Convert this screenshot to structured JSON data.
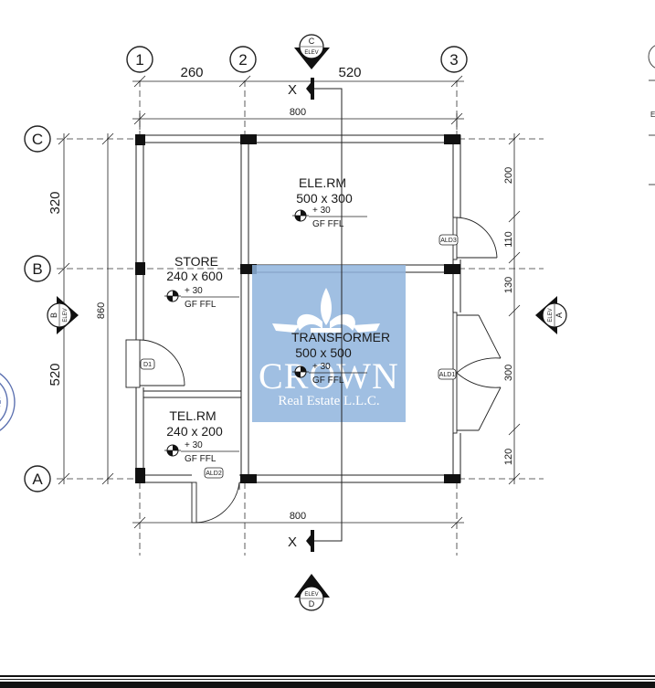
{
  "grid": {
    "columns": [
      "1",
      "2",
      "3"
    ],
    "rows": [
      "C",
      "B",
      "A"
    ]
  },
  "dimensions": {
    "top_span_1_2": "260",
    "top_span_2_3": "520",
    "top_overall": "800",
    "bottom_overall": "800",
    "left_upper": "320",
    "left_lower": "520",
    "left_overall": "860",
    "right_1": "200",
    "right_2": "110",
    "right_3": "130",
    "right_4": "300",
    "right_5": "120"
  },
  "rooms": {
    "ele": {
      "name": "ELE.RM",
      "size": "500 x 300",
      "level": "+ 30",
      "ref": "GF FFL"
    },
    "store": {
      "name": "STORE",
      "size": "240 x 600",
      "level": "+ 30",
      "ref": "GF FFL"
    },
    "transformer": {
      "name": "TRANSFORMER",
      "size": "500 x 500",
      "level": "+ 30",
      "ref": "GF FFL"
    },
    "tel": {
      "name": "TEL.RM",
      "size": "240 x 200",
      "level": "+ 30",
      "ref": "GF FFL"
    }
  },
  "elevations": {
    "c": {
      "letter": "C",
      "label": "ELEV"
    },
    "b": {
      "letter": "B",
      "label": "ELEV"
    },
    "a": {
      "letter": "A",
      "label": "ELEV"
    },
    "d": {
      "letter": "D",
      "label": "ELEV"
    }
  },
  "section_mark": "X",
  "door_tags": {
    "d1": "D1",
    "ald1": "ALD1",
    "ald2": "ALD2",
    "ald3": "ALD3"
  },
  "watermark": {
    "brand": "CROWN",
    "tagline": "Real Estate L.L.C.",
    "color": "#8fb4dd"
  },
  "right_fragment": {
    "mark": "E"
  }
}
